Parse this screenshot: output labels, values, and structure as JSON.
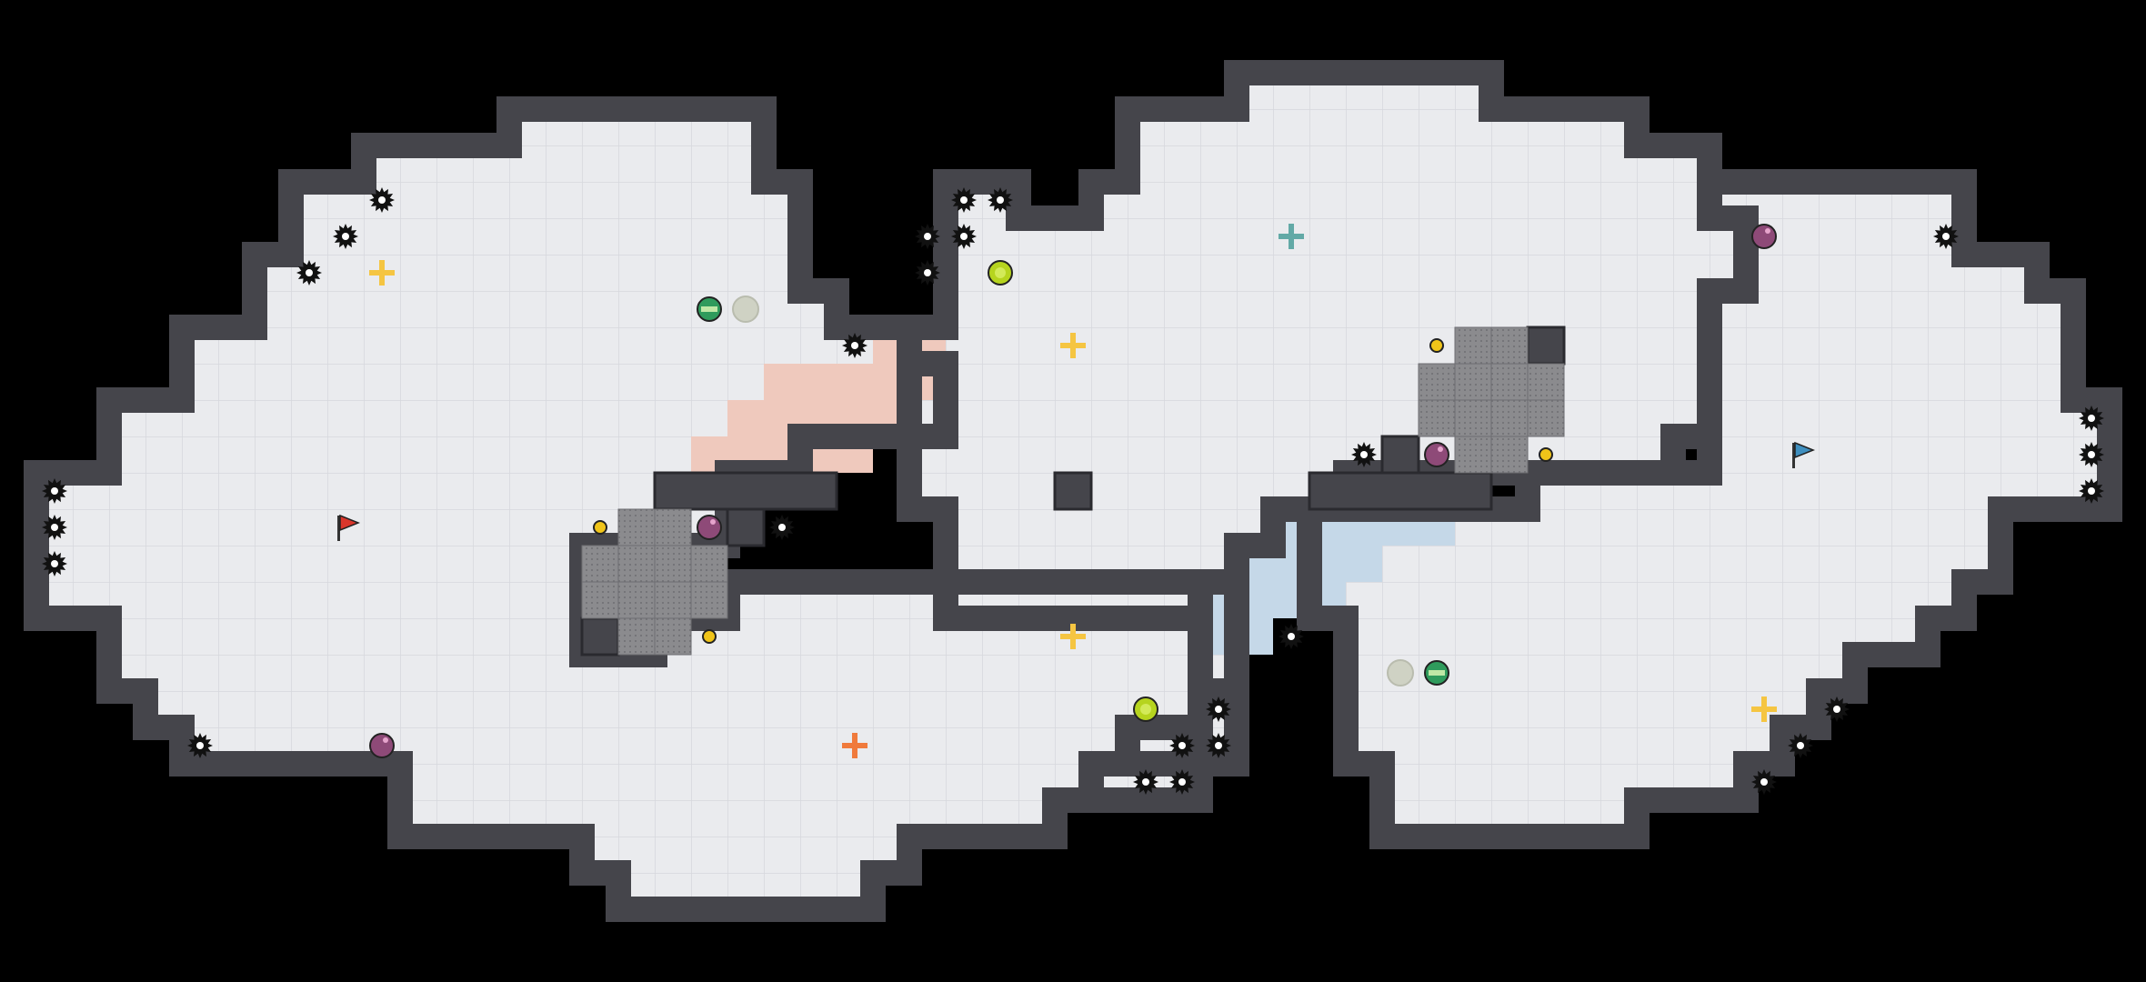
{
  "game": {
    "map_title": "",
    "teams": [
      "red",
      "blue"
    ]
  },
  "colors": {
    "background": "#000000",
    "floor": "#eaebee",
    "floor_grid": "#d6d8dd",
    "wall": "#45454b",
    "wall_edge": "#2a2a2f",
    "red_zone": "#efc9bd",
    "blue_zone": "#c5d8e8",
    "spike": "#111111",
    "gate": "#8b8b8e",
    "bomb": "#8e4a78",
    "boost": "#b6d41e",
    "powerup": "#2f9b5c",
    "portal": "#cfd2c4",
    "yellow_marker": "#f5c542",
    "teal_marker": "#62a9a6",
    "orange_marker": "#f07a3c",
    "red_flag": "#d9362b",
    "blue_flag": "#3f8fbf",
    "button": "#f0c419"
  },
  "icons": {
    "spike": "spike-icon",
    "bomb": "bomb-icon",
    "boost": "boost-icon",
    "powerup": "powerup-icon",
    "portal": "portal-icon",
    "red_flag": "red-flag-icon",
    "blue_flag": "blue-flag-icon",
    "button": "button-icon",
    "red_spawn_marker": "red-spawn-marker-icon",
    "blue_spawn_marker": "blue-spawn-marker-icon",
    "yellow_marker": "yellow-marker-icon",
    "gate": "gate-tile"
  }
}
